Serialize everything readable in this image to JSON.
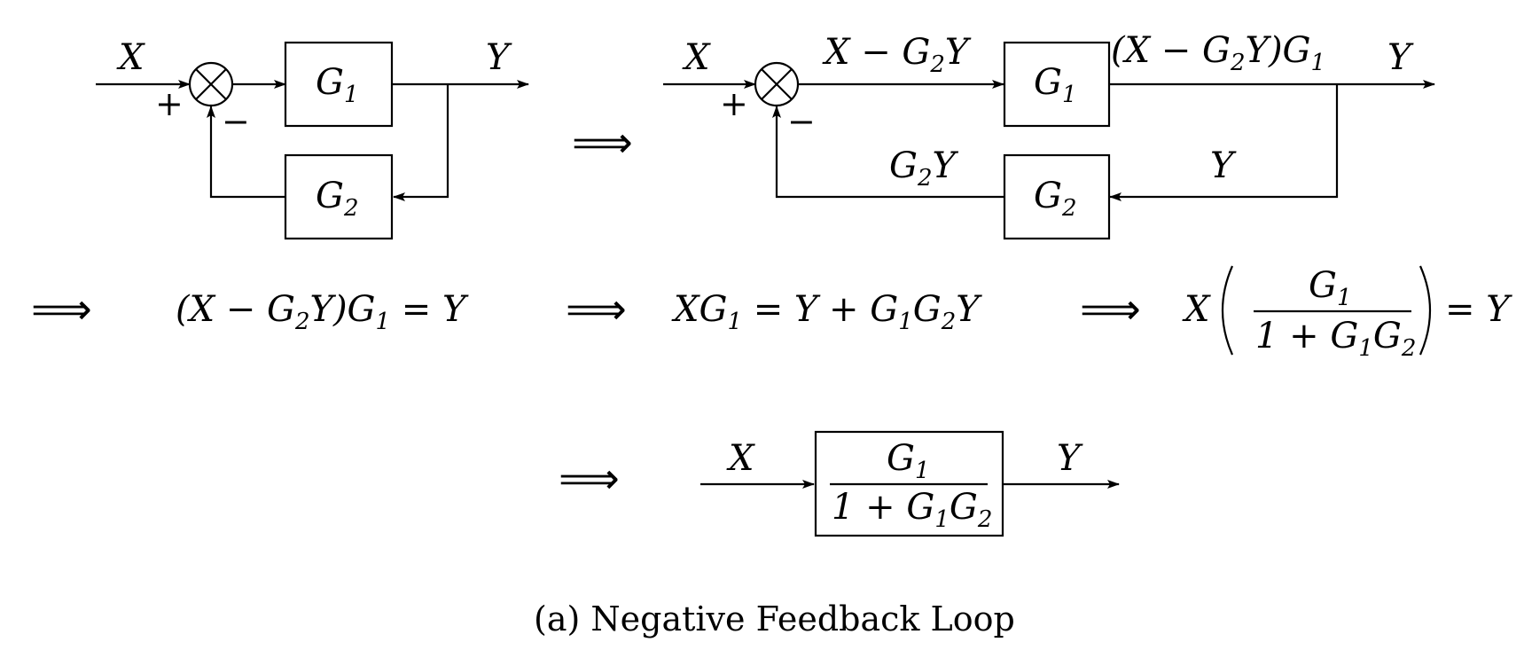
{
  "diagram1": {
    "input_label": "X",
    "output_label": "Y",
    "plus_sign": "+",
    "minus_sign": "−",
    "forward_block": {
      "base": "G",
      "sub": "1"
    },
    "feedback_block": {
      "base": "G",
      "sub": "2"
    }
  },
  "implies_symbol": "⟹",
  "diagram2": {
    "input_label": "X",
    "output_label": "Y",
    "plus_sign": "+",
    "minus_sign": "−",
    "error_label": {
      "a": "X − G",
      "sub": "2",
      "b": "Y"
    },
    "forward_output_label": {
      "a": "(X − G",
      "sub1": "2",
      "b": "Y)G",
      "sub2": "1"
    },
    "feedback_input_label": "Y",
    "feedback_output_label": {
      "a": "G",
      "sub": "2",
      "b": "Y"
    },
    "forward_block": {
      "base": "G",
      "sub": "1"
    },
    "feedback_block": {
      "base": "G",
      "sub": "2"
    }
  },
  "equations": {
    "eq1": {
      "a": "(X − G",
      "sub1": "2",
      "b": "Y)G",
      "sub2": "1",
      "c": " = Y"
    },
    "eq2": {
      "a": "XG",
      "sub1": "1",
      "b": " = Y + G",
      "sub2": "1",
      "c": "G",
      "sub3": "2",
      "d": "Y"
    },
    "eq3": {
      "x": "X",
      "num": "G",
      "num_sub": "1",
      "den_a": "1 + G",
      "den_sub1": "1",
      "den_b": "G",
      "den_sub2": "2",
      "rhs": "= Y"
    }
  },
  "diagram3": {
    "input_label": "X",
    "output_label": "Y",
    "block": {
      "num": "G",
      "num_sub": "1",
      "den_a": "1 + G",
      "den_sub1": "1",
      "den_b": "G",
      "den_sub2": "2"
    }
  },
  "caption": "(a) Negative Feedback Loop"
}
